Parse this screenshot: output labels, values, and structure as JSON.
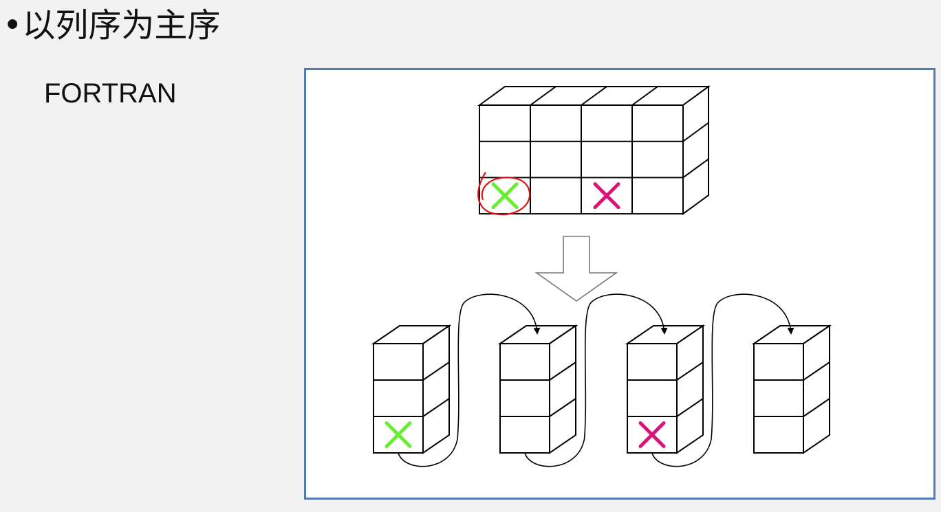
{
  "slide": {
    "title": "•以列序为主序",
    "subtitle": "FORTRAN"
  },
  "diagram": {
    "matrix": {
      "rows": 3,
      "cols": 4,
      "marks": [
        {
          "row": 3,
          "col": 1,
          "color": "#66ee33",
          "circled": true
        },
        {
          "row": 3,
          "col": 3,
          "color": "#dd1177",
          "circled": false
        }
      ]
    },
    "columns": {
      "count": 4,
      "cells_per_column": 3,
      "marks": [
        {
          "column": 1,
          "cell": 3,
          "color": "#66ee33"
        },
        {
          "column": 3,
          "cell": 3,
          "color": "#dd1177"
        }
      ]
    },
    "colors": {
      "frame_border": "#4f7bb0",
      "green_mark": "#66ee33",
      "magenta_mark": "#dd1177",
      "annotation_circle": "#dd1111"
    }
  }
}
